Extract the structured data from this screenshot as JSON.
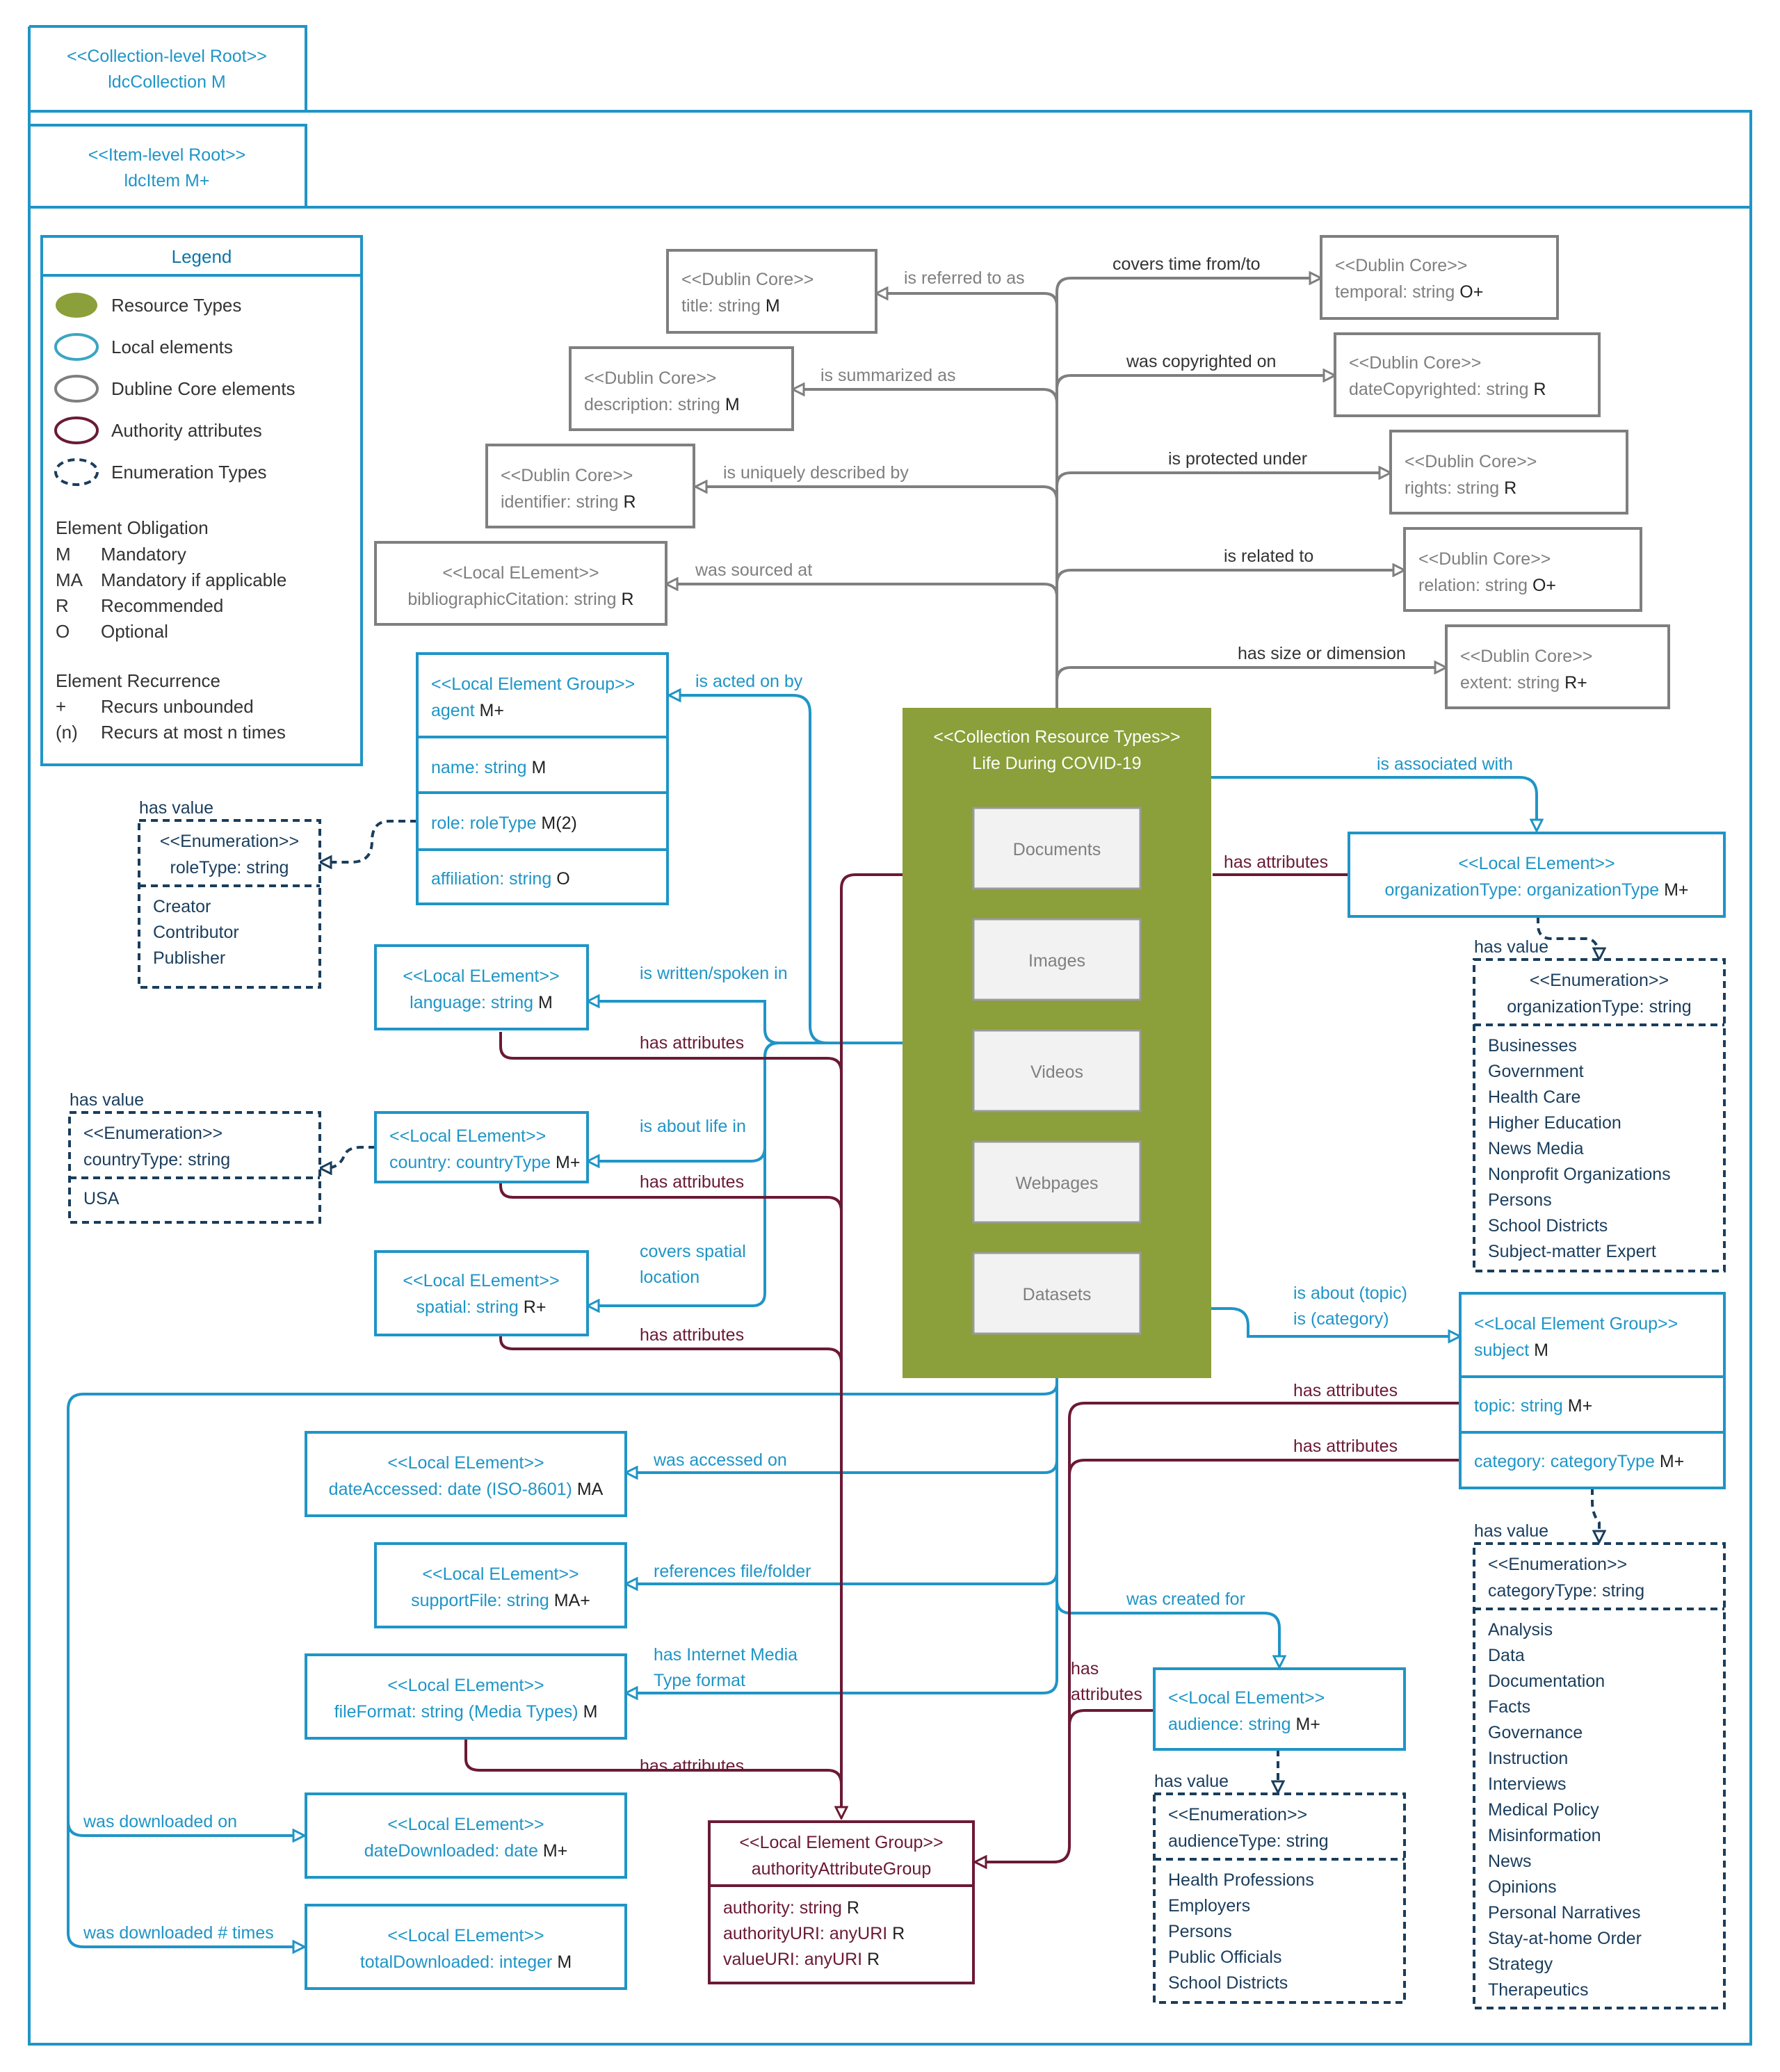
{
  "colors": {
    "blue": "#1f95c7",
    "darkblue": "#0e75a8",
    "grey": "#7f7f7f",
    "maroon": "#6b1a34",
    "green": "#8b9f3a",
    "navy": "#1a3d5c",
    "teal": "#3aa6c2"
  },
  "roots": {
    "collection": {
      "stereotype": "<<Collection-level Root>>",
      "name": "ldcCollection M"
    },
    "item": {
      "stereotype": "<<Item-level Root>>",
      "name": "ldcItem M+"
    }
  },
  "legend": {
    "title": "Legend",
    "shapes": [
      "Resource Types",
      "Local elements",
      "Dubline Core elements",
      "Authority attributes",
      "Enumeration Types"
    ],
    "obligation_title": "Element Obligation",
    "obligation": [
      {
        "code": "M",
        "text": "Mandatory"
      },
      {
        "code": "MA",
        "text": "Mandatory if applicable"
      },
      {
        "code": "R",
        "text": "Recommended"
      },
      {
        "code": "O",
        "text": "Optional"
      }
    ],
    "recurrence_title": "Element Recurrence",
    "recurrence": [
      {
        "code": "+",
        "text": "Recurs unbounded"
      },
      {
        "code": "(n)",
        "text": "Recurs at most n times"
      }
    ]
  },
  "center": {
    "stereotype": "<<Collection Resource Types>>",
    "title": "Life During COVID-19",
    "types": [
      "Documents",
      "Images",
      "Videos",
      "Webpages",
      "Datasets"
    ]
  },
  "dc": {
    "stereotype": "<<Dublin Core>>",
    "local_stereotype": "<<Local ELement>>",
    "title": {
      "attr": "title: string",
      "ob": "M"
    },
    "description": {
      "attr": "description: string",
      "ob": "M"
    },
    "identifier": {
      "attr": "identifier: string",
      "ob": "R"
    },
    "bibliographicCitation": {
      "attr": "bibliographicCitation: string",
      "ob": "R"
    },
    "temporal": {
      "attr": "temporal: string",
      "ob": "O+"
    },
    "dateCopyrighted": {
      "attr": "dateCopyrighted: string",
      "ob": "R"
    },
    "rights": {
      "attr": "rights: string",
      "ob": "R"
    },
    "relation": {
      "attr": "relation: string",
      "ob": "O+"
    },
    "extent": {
      "attr": "extent: string",
      "ob": "R+"
    }
  },
  "agent": {
    "stereotype": "<<Local Element Group>>",
    "name": "agent",
    "ob": "M+",
    "rows": [
      {
        "attr": "name: string",
        "ob": "M"
      },
      {
        "attr": "role: roleType",
        "ob": "M(2)"
      },
      {
        "attr": "affiliation: string",
        "ob": "O"
      }
    ]
  },
  "enum": {
    "stereotype": "<<Enumeration>>",
    "roleType": {
      "name": "roleType:  string",
      "values": [
        "Creator",
        "Contributor",
        "Publisher"
      ]
    },
    "countryType": {
      "name": "countryType:  string",
      "values": [
        "USA"
      ]
    },
    "organizationType": {
      "name": "organizationType:  string",
      "values": [
        "Businesses",
        "Government",
        "Health Care",
        "Higher Education",
        "News Media",
        "Nonprofit Organizations",
        "Persons",
        "School Districts",
        "Subject-matter Expert"
      ]
    },
    "categoryType": {
      "name": "categoryType:  string",
      "values": [
        "Analysis",
        "Data",
        "Documentation",
        "Facts",
        "Governance",
        "Instruction",
        "Interviews",
        "Medical Policy",
        "Misinformation",
        "News",
        "Opinions",
        "Personal Narratives",
        "Stay-at-home Order",
        "Strategy",
        "Therapeutics"
      ]
    },
    "audienceType": {
      "name": "audienceType:  string",
      "values": [
        "Health Professions",
        "Employers",
        "Persons",
        "Public Officials",
        "School Districts"
      ]
    }
  },
  "local": {
    "stereotype": "<<Local ELement>>",
    "language": {
      "attr": "language: string",
      "ob": "M"
    },
    "country": {
      "attr": "country: countryType",
      "ob": "M+"
    },
    "spatial": {
      "attr": "spatial: string",
      "ob": "R+"
    },
    "dateAccessed": {
      "attr": "dateAccessed: date (ISO-8601)",
      "ob": "MA"
    },
    "supportFile": {
      "attr": "supportFile: string",
      "ob": "MA+"
    },
    "fileFormat": {
      "attr": "fileFormat: string (Media Types)",
      "ob": "M"
    },
    "dateDownloaded": {
      "attr": "dateDownloaded: date",
      "ob": "M+"
    },
    "totalDownloaded": {
      "attr": "totalDownloaded: integer",
      "ob": "M"
    },
    "organizationType": {
      "attr": "organizationType:  organizationType",
      "ob": "M+"
    },
    "audience": {
      "attr": "audience: string",
      "ob": "M+"
    }
  },
  "subject": {
    "stereotype": "<<Local Element Group>>",
    "name": "subject",
    "ob": "M",
    "rows": [
      {
        "attr": "topic: string",
        "ob": "M+"
      },
      {
        "attr": "category: categoryType",
        "ob": "M+"
      }
    ]
  },
  "authority": {
    "stereotype": "<<Local Element Group>>",
    "name": "authorityAttributeGroup",
    "rows": [
      {
        "attr": "authority: string",
        "ob": "R"
      },
      {
        "attr": "authorityURI: anyURI",
        "ob": "R"
      },
      {
        "attr": "valueURI: anyURI",
        "ob": "R"
      }
    ]
  },
  "labels": {
    "referred": "is referred to as",
    "summarized": "is summarized as",
    "uniquely": "is uniquely described by",
    "sourced": "was sourced at",
    "covers_time": "covers time from/to",
    "copyrighted": "was copyrighted on",
    "protected": "is protected under",
    "related": "is related to",
    "size": "has size or dimension",
    "acted_on": "is acted on by",
    "written": "is written/spoken in",
    "about_life": "is about life in",
    "spatial_1": "covers spatial",
    "spatial_2": "location",
    "has_attributes": "has attributes",
    "has_value": "has value",
    "associated": "is associated with",
    "about_topic": "is about (topic)",
    "about_category": "is (category)",
    "accessed": "was accessed on",
    "references": "references file/folder",
    "media_1": "has Internet Media",
    "media_2": "Type format",
    "downloaded_on": "was downloaded on",
    "downloaded_times": "was downloaded # times",
    "created_for": "was created for",
    "has_1": "has",
    "has_2": "attributes"
  }
}
